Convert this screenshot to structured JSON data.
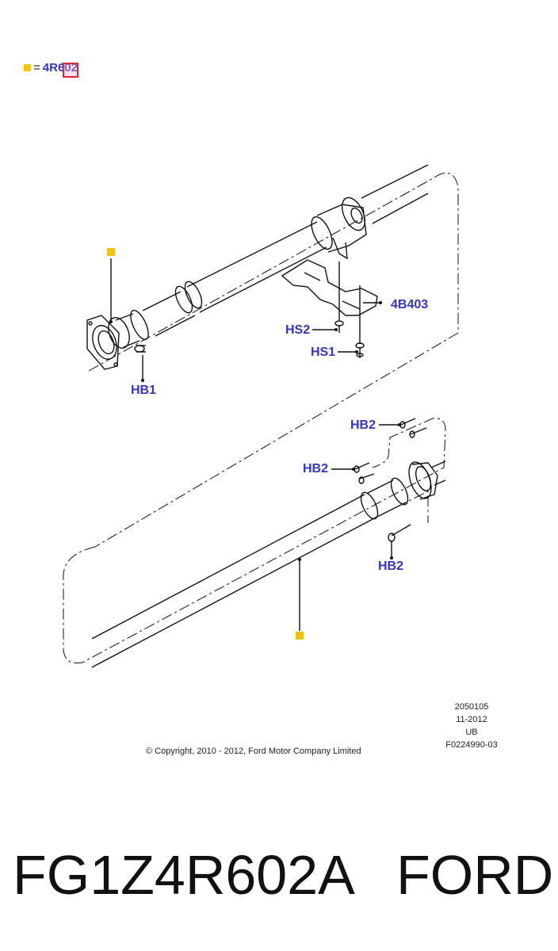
{
  "legend": {
    "equals": "=",
    "part_number": "4R602",
    "marker_color": "#f7c200"
  },
  "callouts": {
    "hb1": "HB1",
    "hs2": "HS2",
    "hs1": "HS1",
    "bracket": "4B403",
    "hb2_top": "HB2",
    "hb2_mid": "HB2",
    "hb2_low": "HB2"
  },
  "callout_color": "#3434c8",
  "meta": {
    "line1": "2050105",
    "line2": "11-2012",
    "line3": "UB",
    "line4": "F0224990-03"
  },
  "copyright": "© Copyright, 2010 - 2012, Ford Motor Company Limited",
  "footer": {
    "part_number": "FG1Z4R602A",
    "brand": "FORD"
  }
}
